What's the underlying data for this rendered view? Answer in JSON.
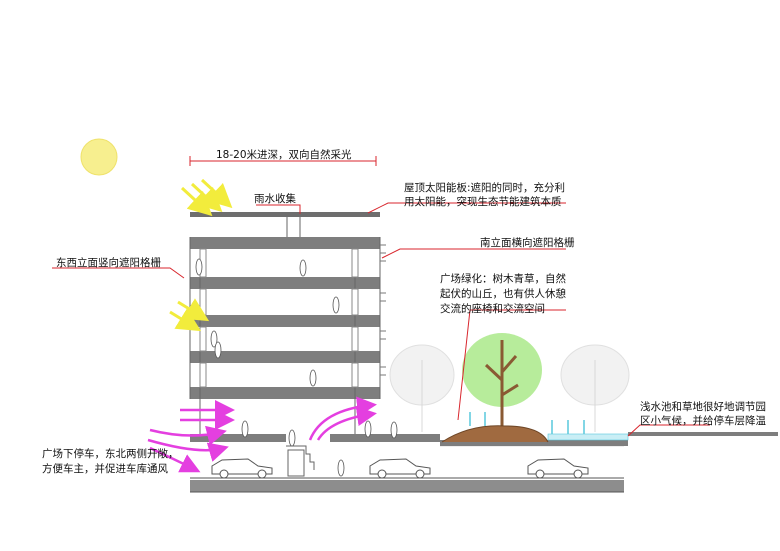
{
  "annotations": {
    "depth": "18-20米进深，双向自然采光",
    "rain": "雨水收集",
    "roof_solar_line1": "屋顶太阳能板:遮阳的同时，充分利",
    "roof_solar_line2": "用太阳能，突现生态节能建筑本质",
    "south_louver": "南立面横向遮阳格栅",
    "east_west_louver": "东西立面竖向遮阳格栅",
    "plaza_line1": "广场绿化：树木青草，自然",
    "plaza_line2": "起伏的山丘，也有供人休憩",
    "plaza_line3": "交流的座椅和交流空间",
    "pond_line1": "浅水池和草地很好地调节园",
    "pond_line2": "区小气候，并给停车层降温",
    "parking_line1": "广场下停车，东北两侧开敞，",
    "parking_line2": "方便车主，并促进车库通风"
  },
  "colors": {
    "sun": "#f7ef8f",
    "sun_rays": "#f2ec3c",
    "wind": "#e43fe0",
    "leader": "#d8262d",
    "slab": "#7e7e7e",
    "tree_green": "#b7ec9b",
    "water": "#59c8dc",
    "soil": "#a06a40"
  },
  "icons": [
    "sun-icon",
    "sun-ray-icon",
    "wind-arrow-icon",
    "car-icon",
    "tree-icon",
    "person-icon"
  ]
}
